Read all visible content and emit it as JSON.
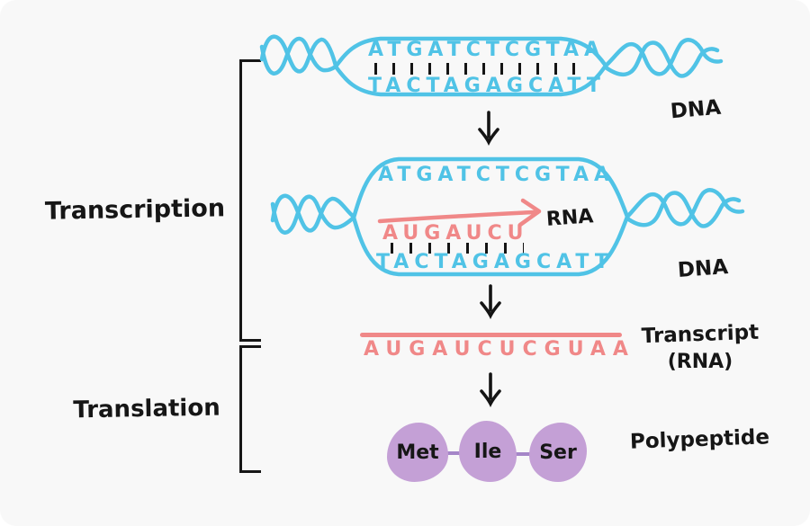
{
  "colors": {
    "dna_blue": "#50C3E6",
    "rna_pink": "#F08888",
    "polypeptide_purple": "#C4A0D6",
    "peptide_bond_purple": "#A586C8",
    "ink": "#161616",
    "background": "#F8F8F8"
  },
  "process_labels": {
    "transcription": "Transcription",
    "translation": "Translation"
  },
  "dna_closed": {
    "coding_strand": "ATGATCTCGTAA",
    "template_strand": "TACTAGAGCATT",
    "label": "DNA"
  },
  "dna_open": {
    "coding_strand": "ATGATCTCGTAA",
    "rna_partial": "AUGAUCU",
    "rna_label": "RNA",
    "template_strand": "TACTAGAGCATT",
    "label": "DNA"
  },
  "transcript": {
    "sequence": "AUGAUCUCGUAA",
    "label_line1": "Transcript",
    "label_line2": "(RNA)"
  },
  "polypeptide": {
    "label": "Polypeptide",
    "amino_acids": [
      "Met",
      "Ile",
      "Ser"
    ]
  }
}
